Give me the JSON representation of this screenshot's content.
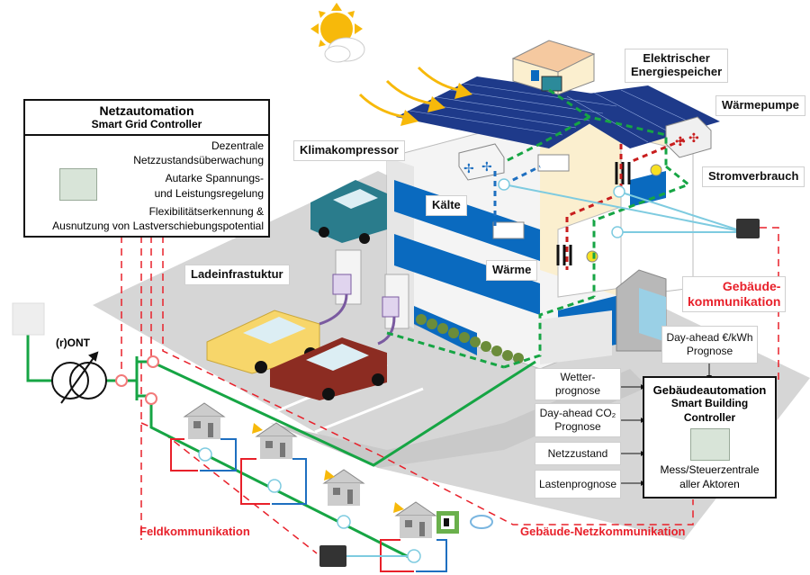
{
  "labels": {
    "energiespeicher": [
      "Elektrischer",
      "Energiespeicher"
    ],
    "waermepumpe": "Wärmepumpe",
    "klimakompressor": "Klimakompressor",
    "stromverbrauch": "Stromverbrauch",
    "kaelte": "Kälte",
    "waerme": "Wärme",
    "ladeinfrastruktur": "Ladeinfrastuktur",
    "ront": "(r)ONT"
  },
  "communication": {
    "gebaeude": [
      "Gebäude-",
      "kommunikation"
    ],
    "feld": "Feldkommunikation",
    "gebaeude_netz": "Gebäude-Netzkommunikation"
  },
  "grid_controller": {
    "title": "Netzautomation",
    "subtitle": "Smart Grid Controller",
    "functions": [
      [
        "Dezentrale",
        "Netzzustandsüberwachung"
      ],
      [
        "Autarke Spannungs-",
        "und Leistungsregelung"
      ],
      [
        "Flexibilitätserkennung &",
        "Ausnutzung von Lastverschiebungspotential"
      ]
    ]
  },
  "building_controller": {
    "title": "Gebäudeautomation",
    "subtitle_1": "Smart Building",
    "subtitle_2": "Controller",
    "desc_1": "Mess/Steuerzentrale",
    "desc_2": "aller Aktoren"
  },
  "inputs": {
    "price": [
      "Day-ahead €/kWh",
      "Prognose"
    ],
    "weather": [
      "Wetter-",
      "prognose"
    ],
    "co2": [
      "Day-ahead CO₂",
      "Prognose"
    ],
    "grid_state": "Netzzustand",
    "load": "Lastenprognose"
  },
  "colors": {
    "grid_green": "#16a544",
    "comm_red": "#e8202a",
    "cold_blue": "#1e6fc0",
    "heat_red": "#c81e1e",
    "building_blue": "#0a6abf",
    "sun": "#f7b90a"
  }
}
